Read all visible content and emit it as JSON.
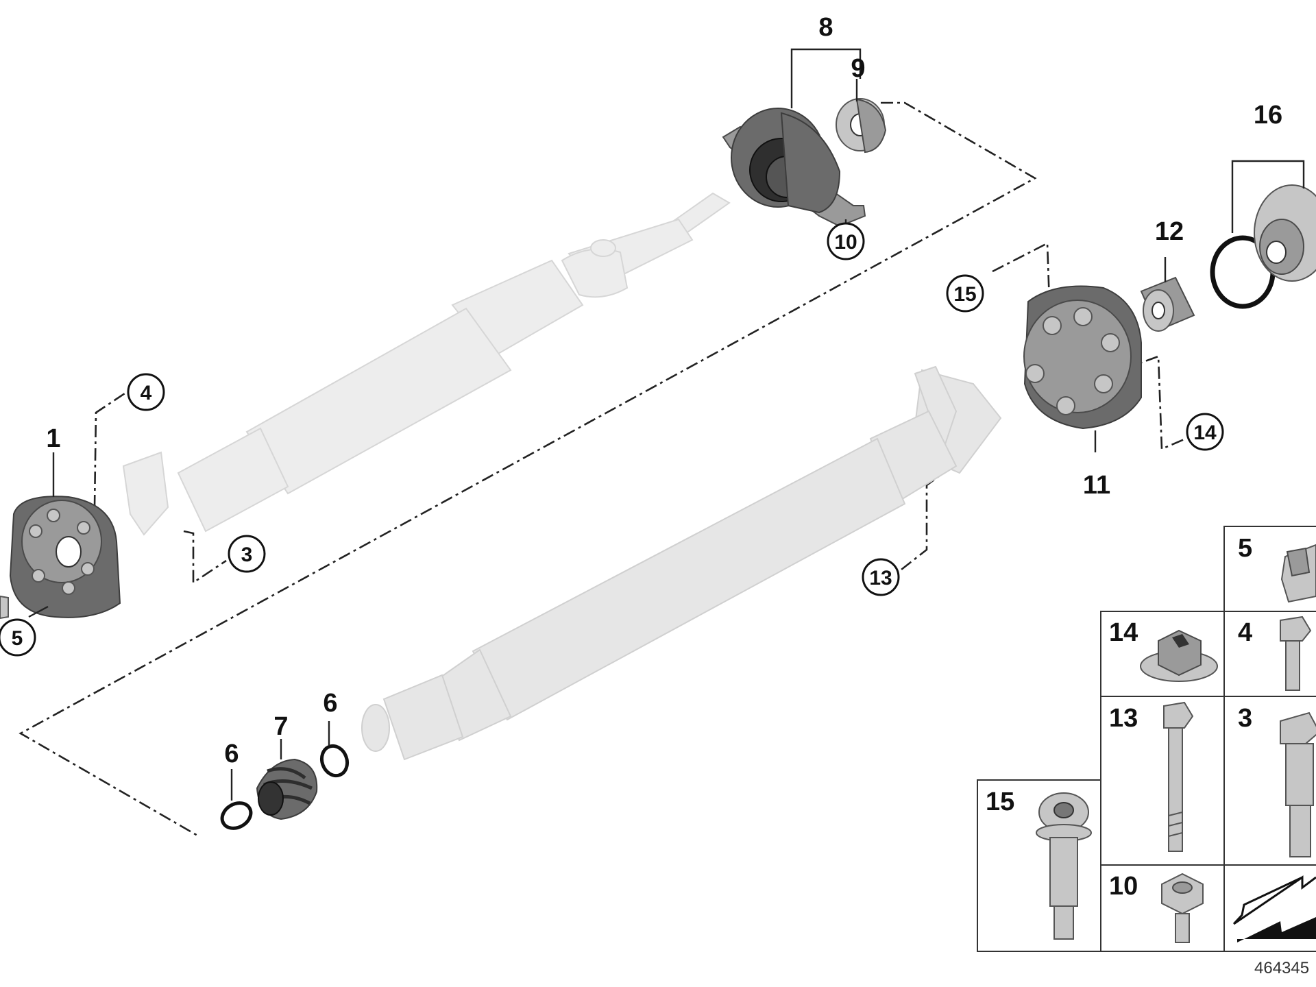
{
  "diagram": {
    "diagram_code": "464345",
    "callouts": {
      "p1": "1",
      "p3": "3",
      "p4": "4",
      "p5": "5",
      "p6a": "6",
      "p6b": "6",
      "p7": "7",
      "p8": "8",
      "p9": "9",
      "p10": "10",
      "p11": "11",
      "p12": "12",
      "p13": "13",
      "p14": "14",
      "p15": "15",
      "p16": "16"
    },
    "legend": {
      "l5": "5",
      "l14": "14",
      "l4": "4",
      "l13": "13",
      "l3": "3",
      "l15": "15",
      "l10": "10"
    }
  },
  "colors": {
    "part_dark": "#6b6b6b",
    "shaft": "#ededed",
    "line": "#222222"
  }
}
